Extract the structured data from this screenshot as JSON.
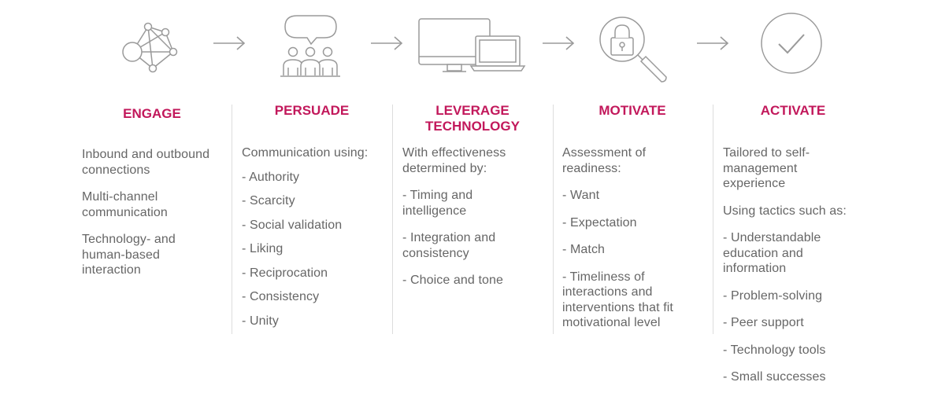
{
  "colors": {
    "title": "#c2185b",
    "text": "#666666",
    "icon_stroke": "#9a9a9a",
    "divider": "#dddddd"
  },
  "icons": {
    "engage": "network-nodes-icon",
    "persuade": "group-speech-bubble-icon",
    "leverage": "monitor-laptop-icon",
    "motivate": "lock-magnifier-icon",
    "activate": "check-circle-icon",
    "arrow": "arrow-right-icon"
  },
  "columns": [
    {
      "title": "ENGAGE",
      "paragraphs": [
        "Inbound and outbound\nconnections",
        "Multi-channel\ncommunication",
        "Technology- and\nhuman-based\ninteraction"
      ]
    },
    {
      "title": "PERSUADE",
      "paragraphs": [
        "Communication using:",
        "- Authority",
        "- Scarcity",
        "- Social validation",
        "- Liking",
        "- Reciprocation",
        "- Consistency",
        "- Unity"
      ]
    },
    {
      "title": "LEVERAGE\nTECHNOLOGY",
      "paragraphs": [
        "With effectiveness\ndetermined by:",
        "- Timing and\nintelligence",
        "- Integration and\nconsistency",
        "- Choice and tone"
      ]
    },
    {
      "title": "MOTIVATE",
      "paragraphs": [
        "Assessment of\nreadiness:",
        "- Want",
        "- Expectation",
        "- Match",
        "- Timeliness of\ninteractions and\ninterventions that fit\nmotivational level"
      ]
    },
    {
      "title": "ACTIVATE",
      "paragraphs": [
        "Tailored to self-\nmanagement\nexperience",
        "Using tactics such as:",
        "- Understandable\neducation and\ninformation",
        "- Problem-solving",
        "- Peer support",
        "- Technology tools",
        "- Small successes"
      ]
    }
  ]
}
